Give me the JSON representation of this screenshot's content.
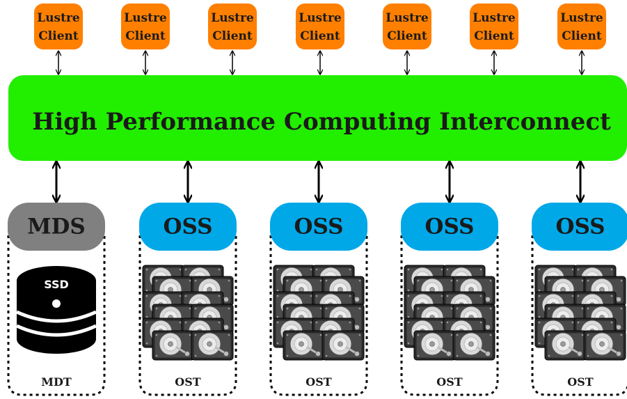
{
  "clients": [
    {
      "line1": "Lustre",
      "line2": "Client"
    },
    {
      "line1": "Lustre",
      "line2": "Client"
    },
    {
      "line1": "Lustre",
      "line2": "Client"
    },
    {
      "line1": "Lustre",
      "line2": "Client"
    },
    {
      "line1": "Lustre",
      "line2": "Client"
    },
    {
      "line1": "Lustre",
      "line2": "Client"
    },
    {
      "line1": "Lustre",
      "line2": "Client"
    }
  ],
  "interconnect": {
    "label": "High Performance Computing Interconnect"
  },
  "servers": [
    {
      "label": "MDS",
      "kind": "metadata",
      "target": "MDT",
      "storage_icon": "ssd-drive-icon",
      "storage_label": "SSD"
    },
    {
      "label": "OSS",
      "kind": "object",
      "target": "OST",
      "storage_icon": "hard-disk-stack-icon"
    },
    {
      "label": "OSS",
      "kind": "object",
      "target": "OST",
      "storage_icon": "hard-disk-stack-icon"
    },
    {
      "label": "OSS",
      "kind": "object",
      "target": "OST",
      "storage_icon": "hard-disk-stack-icon"
    },
    {
      "label": "OSS",
      "kind": "object",
      "target": "OST",
      "storage_icon": "hard-disk-stack-icon"
    }
  ],
  "colors": {
    "client": "#ff7f00",
    "interconnect": "#22ee00",
    "mds": "#808080",
    "oss": "#00a8e8",
    "ssd": "#000000",
    "disk_dark": "#1c1c1c",
    "disk_platter": "#d8d8d8"
  }
}
